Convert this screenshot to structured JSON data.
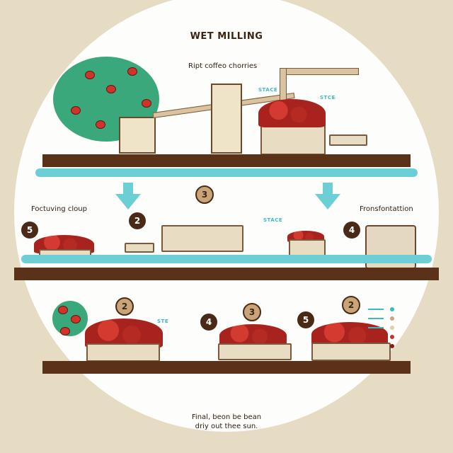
{
  "title": "WET MILLING",
  "top_label": "Ript coffeo chorries",
  "left_label": "Foctuving cloup",
  "right_label": "Fronsfontattion",
  "small_tags": [
    "STACE",
    "STCE",
    "STACE",
    "STE"
  ],
  "final_caption_line1": "Final, beon be bean",
  "final_caption_line2": "driy out thee sun.",
  "step_badges": {
    "row2": [
      "5",
      "2",
      "3",
      "4"
    ],
    "row3": [
      "2",
      "4",
      "3",
      "5",
      "2"
    ]
  },
  "legend_colors": [
    "#3fb8c4",
    "#c9a478",
    "#e0cfa8",
    "#c8302a",
    "#8a1a14"
  ],
  "colors": {
    "background": "#e6dcc4",
    "disc": "#fdfdfb",
    "ground": "#5a3219",
    "water": "#6dcfd6",
    "cherry": "#d23328",
    "leaf": "#3aa87a",
    "badge": "#4a2a16"
  }
}
